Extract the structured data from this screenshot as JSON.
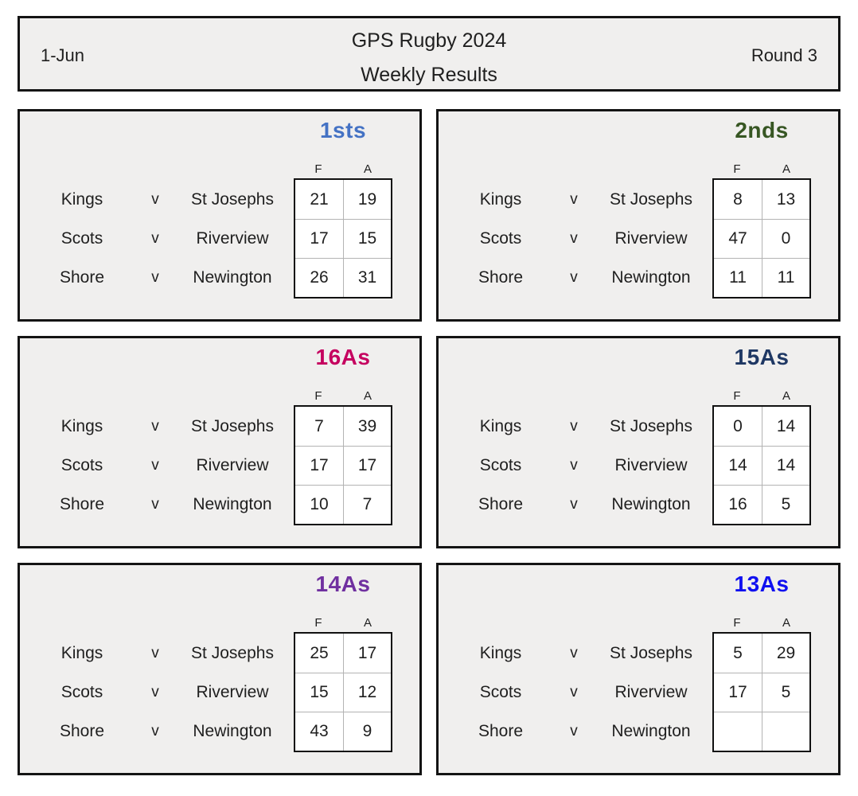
{
  "header": {
    "date": "1-Jun",
    "title_line1": "GPS Rugby 2024",
    "title_line2": "Weekly Results",
    "round": "Round 3"
  },
  "score_columns": {
    "for": "F",
    "against": "A"
  },
  "colors": {
    "border": "#141414",
    "panel_bg": "#f0efee",
    "title_1sts": "#4472C4",
    "title_2nds": "#375623",
    "title_16As": "#C5005F",
    "title_15As": "#1F3864",
    "title_14As": "#7030A0",
    "title_13As": "#1010F0"
  },
  "panels": [
    {
      "title": "1sts",
      "color": "#4472C4",
      "matches": [
        {
          "home": "Kings",
          "v": "v",
          "away": "St Josephs",
          "f": "21",
          "a": "19"
        },
        {
          "home": "Scots",
          "v": "v",
          "away": "Riverview",
          "f": "17",
          "a": "15"
        },
        {
          "home": "Shore",
          "v": "v",
          "away": "Newington",
          "f": "26",
          "a": "31"
        }
      ]
    },
    {
      "title": "2nds",
      "color": "#375623",
      "matches": [
        {
          "home": "Kings",
          "v": "v",
          "away": "St Josephs",
          "f": "8",
          "a": "13"
        },
        {
          "home": "Scots",
          "v": "v",
          "away": "Riverview",
          "f": "47",
          "a": "0"
        },
        {
          "home": "Shore",
          "v": "v",
          "away": "Newington",
          "f": "11",
          "a": "11"
        }
      ]
    },
    {
      "title": "16As",
      "color": "#C5005F",
      "matches": [
        {
          "home": "Kings",
          "v": "v",
          "away": "St Josephs",
          "f": "7",
          "a": "39"
        },
        {
          "home": "Scots",
          "v": "v",
          "away": "Riverview",
          "f": "17",
          "a": "17"
        },
        {
          "home": "Shore",
          "v": "v",
          "away": "Newington",
          "f": "10",
          "a": "7"
        }
      ]
    },
    {
      "title": "15As",
      "color": "#1F3864",
      "matches": [
        {
          "home": "Kings",
          "v": "v",
          "away": "St Josephs",
          "f": "0",
          "a": "14"
        },
        {
          "home": "Scots",
          "v": "v",
          "away": "Riverview",
          "f": "14",
          "a": "14"
        },
        {
          "home": "Shore",
          "v": "v",
          "away": "Newington",
          "f": "16",
          "a": "5"
        }
      ]
    },
    {
      "title": "14As",
      "color": "#7030A0",
      "matches": [
        {
          "home": "Kings",
          "v": "v",
          "away": "St Josephs",
          "f": "25",
          "a": "17"
        },
        {
          "home": "Scots",
          "v": "v",
          "away": "Riverview",
          "f": "15",
          "a": "12"
        },
        {
          "home": "Shore",
          "v": "v",
          "away": "Newington",
          "f": "43",
          "a": "9"
        }
      ]
    },
    {
      "title": "13As",
      "color": "#1010F0",
      "matches": [
        {
          "home": "Kings",
          "v": "v",
          "away": "St Josephs",
          "f": "5",
          "a": "29"
        },
        {
          "home": "Scots",
          "v": "v",
          "away": "Riverview",
          "f": "17",
          "a": "5"
        },
        {
          "home": "Shore",
          "v": "v",
          "away": "Newington",
          "f": "",
          "a": ""
        }
      ]
    }
  ]
}
